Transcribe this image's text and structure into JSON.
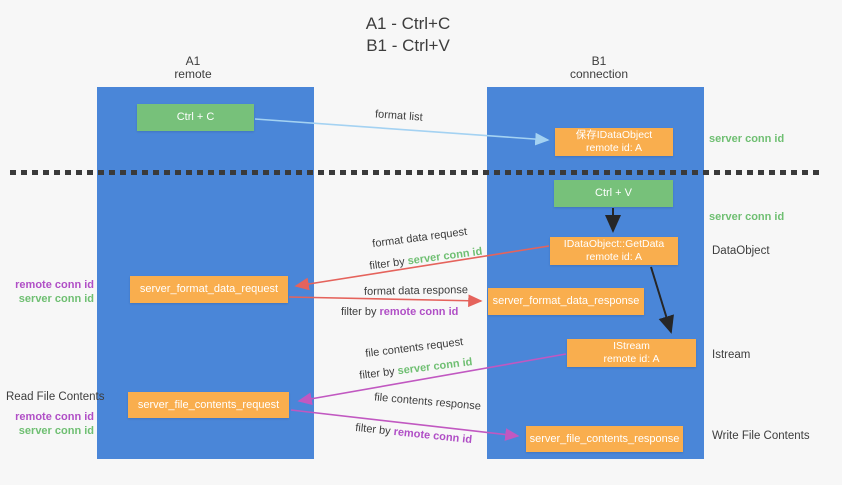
{
  "title": {
    "line1": "A1 - Ctrl+C",
    "line2": "B1 - Ctrl+V"
  },
  "columns": {
    "left": {
      "title": "A1",
      "subtitle": "remote"
    },
    "right": {
      "title": "B1",
      "subtitle": "connection"
    }
  },
  "nodes": {
    "ctrl_c": {
      "label": "Ctrl + C"
    },
    "save_dataobject": {
      "line1": "保存IDataObject",
      "line2": "remote id: A"
    },
    "ctrl_v": {
      "label": "Ctrl + V"
    },
    "getdata": {
      "line1": "IDataObject::GetData",
      "line2": "remote id: A"
    },
    "server_format_data_request": {
      "label": "server_format_data_request"
    },
    "server_format_data_response": {
      "label": "server_format_data_response"
    },
    "istream": {
      "line1": "IStream",
      "line2": "remote id: A"
    },
    "server_file_contents_request": {
      "label": "server_file_contents_request"
    },
    "server_file_contents_response": {
      "label": "server_file_contents_response"
    }
  },
  "flow_labels": {
    "format_list": "format list",
    "format_data_request": "format data request",
    "format_data_response": "format data response",
    "file_contents_request": "file contents request",
    "file_contents_response": "file contents response",
    "filter_by": "filter by ",
    "server_conn_id": "server conn id",
    "remote_conn_id": "remote conn id"
  },
  "side_labels": {
    "server_conn_id_top": "server conn id",
    "server_conn_id_mid": "server conn id",
    "dataobject": "DataObject",
    "istream": "Istream",
    "write_file_contents": "Write File Contents",
    "read_file_contents": "Read File Contents",
    "remote_conn_id_format": "remote conn id",
    "server_conn_id_format": "server conn id",
    "remote_conn_id_file": "remote conn id",
    "server_conn_id_file": "server conn id"
  },
  "colors": {
    "bg": "#f7f7f7",
    "column_blue": "#4a86d8",
    "node_green": "#77c17a",
    "node_orange": "#f9ae4e",
    "arrow_lightblue": "#a4d2f2",
    "arrow_black": "#262626",
    "arrow_red": "#e5635c",
    "arrow_purple": "#c158c1",
    "label_green": "#6fbf72",
    "label_purple": "#b04fc6",
    "text_dark": "#3d3d3d",
    "dash": "#3a3a3a"
  }
}
